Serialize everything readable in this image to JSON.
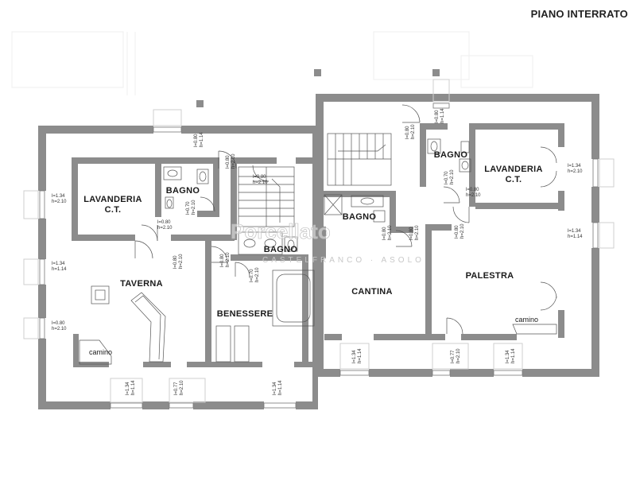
{
  "title": "PIANO INTERRATO",
  "rooms": {
    "lavanderia_left": {
      "line1": "LAVANDERIA",
      "line2": "C.T."
    },
    "bagno_left": "BAGNO",
    "taverna": "TAVERNA",
    "benessere": "BENESSERE",
    "bagno_center": "BAGNO",
    "bagno_mid": "BAGNO",
    "cantina": "CANTINA",
    "bagno_right": "BAGNO",
    "lavanderia_right": {
      "line1": "LAVANDERIA",
      "line2": "C.T."
    },
    "palestra": "PALESTRA"
  },
  "notes": {
    "camino_left": "camino",
    "camino_right": "camino"
  },
  "dimensions": {
    "win_top_left": [
      "l=0.80",
      "h=1.14"
    ],
    "win_left_upper": [
      "l=1.34",
      "h=2.10"
    ],
    "win_left_mid": [
      "l=1.34",
      "h=1.14"
    ],
    "win_left_low": [
      "l=0.80",
      "h=2.10"
    ],
    "door_bagno_left": [
      "l=0.80",
      "h=2.10"
    ],
    "door_lav_left": [
      "l=0.70",
      "h=2.10"
    ],
    "door_bagno_left_b": [
      "l=0.80",
      "h=2.10"
    ],
    "door_stair_left": [
      "l=0.80",
      "h=2.10"
    ],
    "door_taverna": [
      "l=0.80",
      "h=2.10"
    ],
    "door_benessere": [
      "l=0.80",
      "h=2.10"
    ],
    "door_bagno_center": [
      "l=0.70",
      "h=2.10"
    ],
    "door_bagno_mid": [
      "l=0.80",
      "h=2.10"
    ],
    "win_bottom_1": [
      "l=1.34",
      "h=1.14"
    ],
    "win_bottom_2": [
      "l=0.77",
      "h=2.10"
    ],
    "win_bottom_3": [
      "l=1.34",
      "h=1.14"
    ],
    "door_stair_right": [
      "l=0.80",
      "h=2.10"
    ],
    "win_top_right": [
      "l=0.80",
      "h=1.14"
    ],
    "door_bagno_right": [
      "l=0.70",
      "h=2.10"
    ],
    "door_lav_right": [
      "l=0.80",
      "h=2.10"
    ],
    "door_cantina": [
      "l=0.80",
      "h=2.10"
    ],
    "door_palestra": [
      "l=0.80",
      "h=2.10"
    ],
    "win_right_upper": [
      "l=1.34",
      "h=2.10"
    ],
    "win_right_mid": [
      "l=1.34",
      "h=1.14"
    ],
    "win_bottom_cantina": [
      "l=1.34",
      "h=1.14"
    ],
    "win_bottom_palestra1": [
      "l=0.77",
      "h=2.10"
    ],
    "win_bottom_palestra2": [
      "l=1.34",
      "h=1.14"
    ]
  },
  "watermark": {
    "brand": "Porcellato",
    "sub": "CASTELFRANCO · ASOLO"
  },
  "colors": {
    "wall": "#8c8c8c",
    "floor": "#ffffff",
    "line": "#555555"
  }
}
